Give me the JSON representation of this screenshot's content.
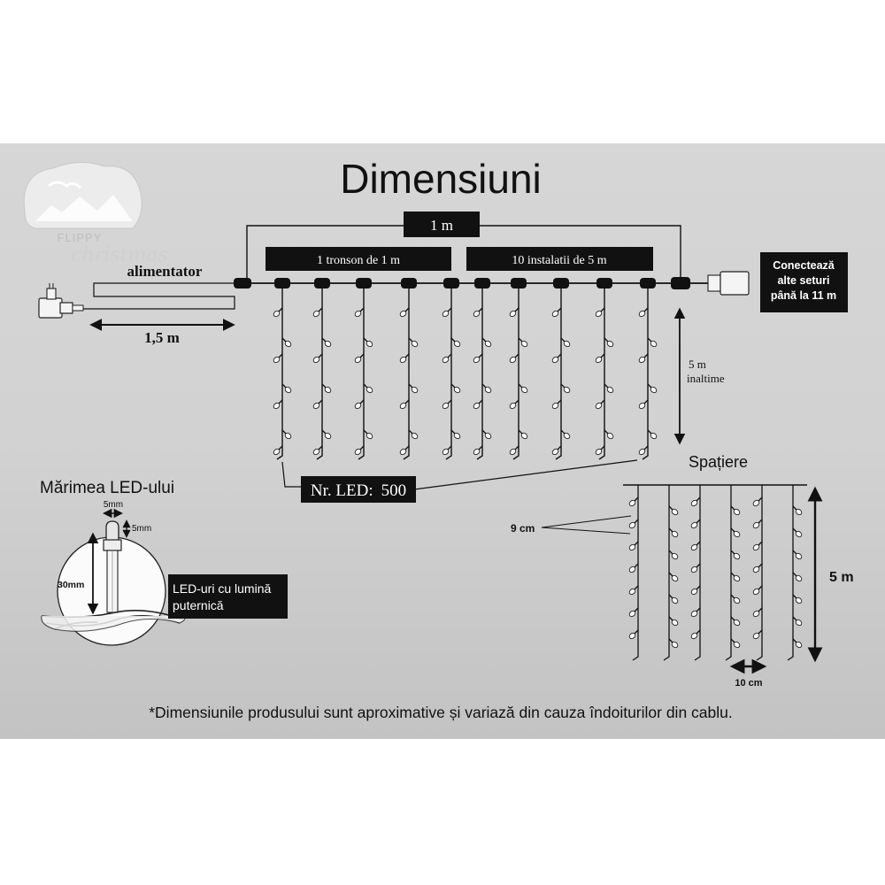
{
  "title": "Dimensiuni",
  "brand": {
    "logo_text_top": "FLIPPY",
    "logo_text_bottom": "christmas"
  },
  "power": {
    "label": "alimentator",
    "length": "1,5 m"
  },
  "span_total": "1 m",
  "segment_label": "1 tronson de 1 m",
  "install_label": "10 instalatii de 5 m",
  "connect": {
    "line1": "Conectează",
    "line2": "alte seturi",
    "line3": "până la 11 m"
  },
  "height": {
    "value": "5 m",
    "caption": "inaltime"
  },
  "led_count": {
    "label": "Nr. LED:",
    "value": "500"
  },
  "led_size": {
    "title": "Mărimea LED-ului",
    "width": "5mm",
    "cap": "5mm",
    "height": "30mm",
    "desc_line1": "LED-uri cu lumină",
    "desc_line2": "puternică"
  },
  "spacing": {
    "title": "Spațiere",
    "vertical": "9 cm",
    "horizontal": "10 cm",
    "height": "5 m"
  },
  "footnote": "*Dimensiunile produsului sunt aproximative și variază din cauza îndoiturilor din cablu.",
  "colors": {
    "panel_top": "#d8d8d8",
    "panel_bottom": "#bdbdbd",
    "label_bg": "#111111",
    "label_text": "#ffffff",
    "ink": "#111111"
  }
}
